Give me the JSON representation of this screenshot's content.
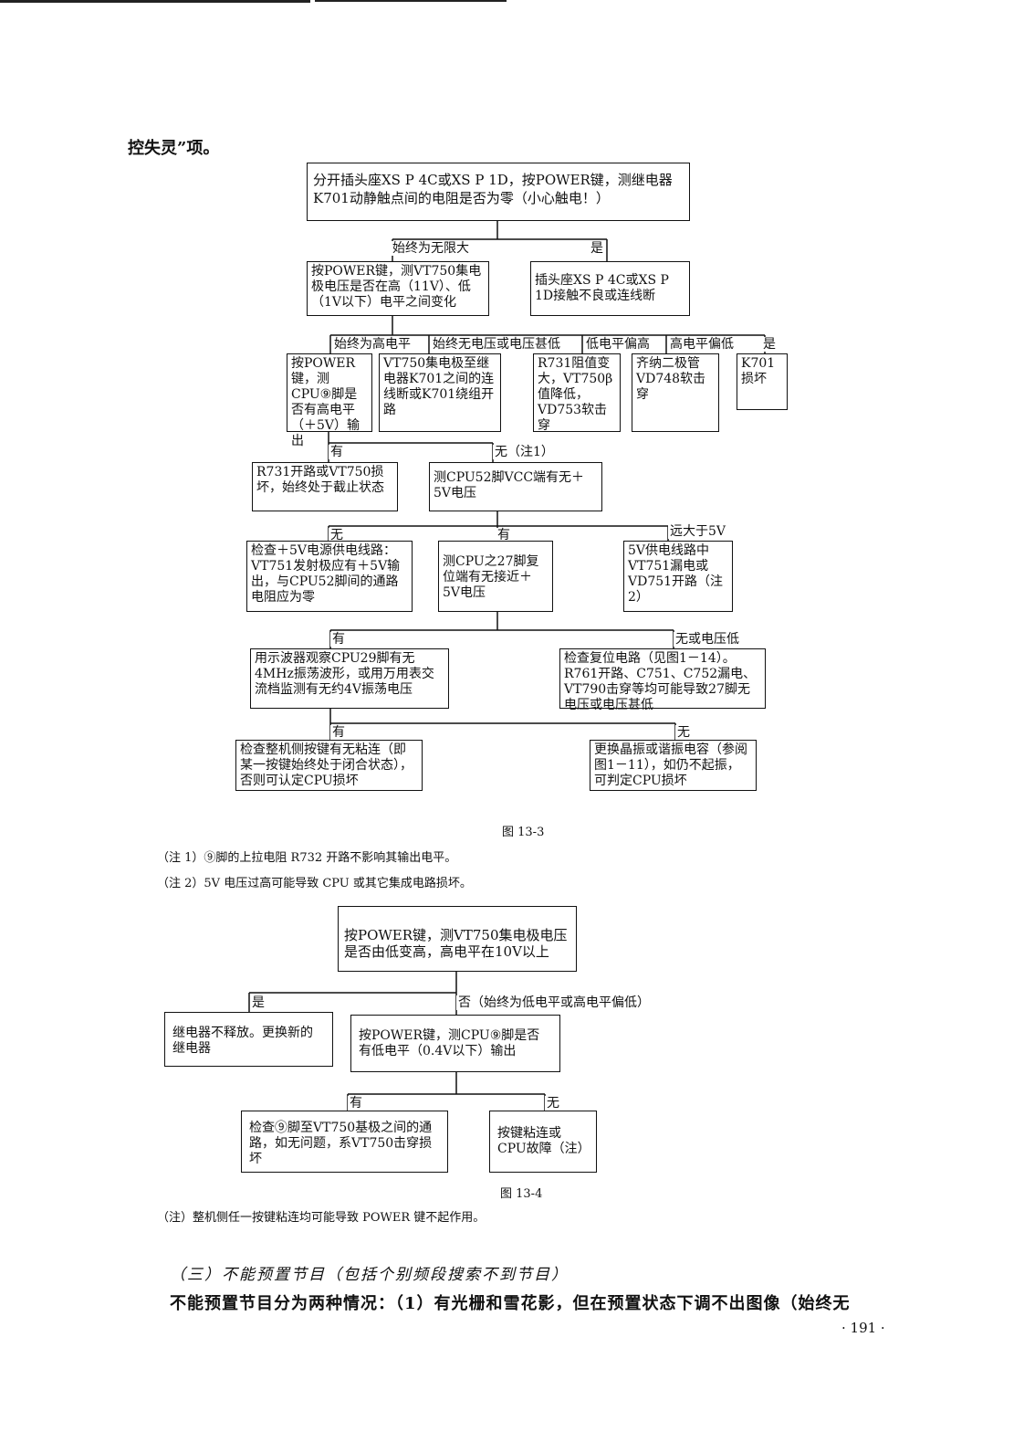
{
  "intro": "控失灵”项。",
  "fig1": {
    "caption": "图 13-3",
    "root": "分开插头座XS P 4C或XS P 1D，按POWER键，测继电器K701动静触点间的电阻是否为零（小心触电！）",
    "b_no": "始终为无限大",
    "b_yes": "是",
    "n_power": "按POWER键，测VT750集电极电压是否在高（11V）、低（1V以下）电平之间变化",
    "n_plug": "插头座XS P 4C或XS P 1D接触不良或连线断",
    "b_high": "始终为高电平",
    "b_novolt": "始终无电压或电压甚低",
    "b_lowhigh": "低电平偏高",
    "b_highlow": "高电平偏低",
    "b_yes2": "是",
    "n_cpu9": "按POWER键，测CPU⑨脚是否有高电平（＋5V）输出",
    "n_vt750coil": "VT750集电极至继电器K701之间的连线断或K701绕组开路",
    "n_r731": "R731阻值变大，VT750β值降低，VD753软击穿",
    "n_vd748": "齐纳二极管VD748软击穿",
    "n_k701": "K701损坏",
    "b_have1": "有",
    "b_none1": "无（注1）",
    "n_r731open": "R731开路或VT750损坏，始终处于截止状态",
    "n_vcc": "测CPU52脚VCC端有无＋5V电压",
    "b_none2": "无",
    "b_have2": "有",
    "b_far": "远大于5V",
    "n_check5v": "检查＋5V电源供电线路：VT751发射极应有＋5V输出，与CPU52脚间的通路电阻应为零",
    "n_reset": "测CPU之27脚复位端有无接近＋5V电压",
    "n_vt751": "5V供电线路中VT751漏电或VD751开路（注2）",
    "b_have3": "有",
    "b_nolow": "无或电压低",
    "n_osc": "用示波器观察CPU29脚有无4MHz振荡波形，或用万用表交流档监测有无约4V振荡电压",
    "n_checkreset": "检查复位电路（见图1－14）。R761开路、C751、C752漏电、VT790击穿等均可能导致27脚无电压或电压甚低",
    "b_have4": "有",
    "b_none4": "无",
    "n_keys": "检查整机侧按键有无粘连（即某一按键始终处于闭合状态），否则可认定CPU损坏",
    "n_crystal": "更换晶振或谐振电容（参阅图1－11），如仍不起振，可判定CPU损坏"
  },
  "notes1": [
    "（注 1）⑨脚的上拉电阻 R732 开路不影响其输出电平。",
    "（注 2）5V 电压过高可能导致 CPU 或其它集成电路损坏。"
  ],
  "fig2": {
    "caption": "图 13-4",
    "root": "按POWER键，测VT750集电极电压是否由低变高，高电平在10V以上",
    "b_yes": "是",
    "b_no": "否（始终为低电平或高电平偏低）",
    "n_relay": "继电器不释放。更换新的继电器",
    "n_cpu9low": "按POWER键，测CPU⑨脚是否有低电平（0.4V以下）输出",
    "b_have": "有",
    "b_none": "无",
    "n_check9": "检查⑨脚至VT750基极之间的通路，如无问题，系VT750击穿损坏",
    "n_stuck": "按键粘连或CPU故障（注）"
  },
  "notes2": [
    "（注）整机侧任一按键粘连均可能导致 POWER 键不起作用。"
  ],
  "section_heading": "（三）不能预置节目（包括个别频段搜索不到节目）",
  "section_text": "不能预置节目分为两种情况：（1）有光栅和雪花影，但在预置状态下调不出图像（始终无",
  "page_number": "· 191 ·"
}
